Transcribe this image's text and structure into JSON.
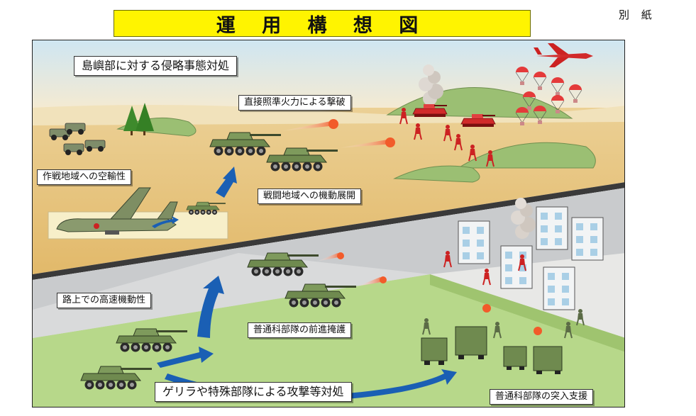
{
  "header": {
    "title": "運 用 構 想 図",
    "annex": "別 紙"
  },
  "labels": {
    "scenario": "島嶼部に対する侵略事態対処",
    "direct_fire": "直接照準火力による撃破",
    "air_transport": "作戦地域への空輸性",
    "mobile_deploy": "戦闘地域への機動展開",
    "road_mobility": "路上での高速機動性",
    "infantry_cover": "普通科部隊の前進掩護",
    "guerrilla": "ゲリラや特殊部隊による攻撃等対処",
    "assault_support": "普通科部隊の突入支援"
  },
  "colors": {
    "title_bg": "#fff400",
    "friendly_vehicle": "#6f8a4f",
    "enemy": "#d12a2a",
    "arrow": "#1a5fb4",
    "desert": "#e9c98a",
    "sky": "#cfe6f2",
    "grass": "#b7d88a",
    "road": "#d9dadb"
  },
  "icons": [
    "tank-icon",
    "aircraft-icon",
    "parachute-icon",
    "building-icon",
    "soldier-icon",
    "smoke-icon",
    "tree-icon",
    "arrow-icon"
  ]
}
